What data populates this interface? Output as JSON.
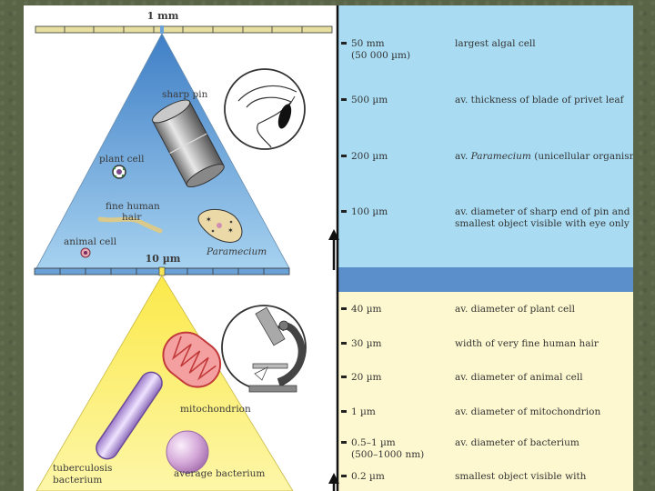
{
  "scale_top": {
    "label": "1 mm"
  },
  "scale_mid": {
    "label": "10 µm"
  },
  "upper_triangle_labels": {
    "sharp_pin": "sharp pin",
    "plant_cell": "plant cell",
    "fine_hair_1": "fine human",
    "fine_hair_2": "hair",
    "animal_cell": "animal cell",
    "paramecium": "Paramecium"
  },
  "lower_triangle_labels": {
    "mitochondrion": "mitochondrion",
    "tb_1": "tuberculosis",
    "tb_2": "bacterium",
    "average_bacterium": "average bacterium"
  },
  "upper_rows": [
    {
      "measure": "50 mm",
      "measure2": "(50 000 µm)",
      "desc": "largest algal cell"
    },
    {
      "measure": "500 µm",
      "desc": "av. thickness of blade of privet leaf"
    },
    {
      "measure": "200 µm",
      "desc_pre": "av. ",
      "desc_em": "Paramecium",
      "desc_post": " (unicellular organism)"
    },
    {
      "measure": "100 µm",
      "desc": "av. diameter of sharp end of pin and",
      "desc2": "smallest object visible with eye only"
    }
  ],
  "lower_rows": [
    {
      "measure": "40 µm",
      "desc": "av. diameter of plant cell"
    },
    {
      "measure": "30 µm",
      "desc": "width of very fine human hair"
    },
    {
      "measure": "20 µm",
      "desc": "av. diameter of animal cell"
    },
    {
      "measure": "1 µm",
      "desc": "av. diameter of mitochondrion"
    },
    {
      "measure": "0.5–1 µm",
      "measure2": "(500–1000 nm)",
      "desc": "av. diameter of bacterium"
    },
    {
      "measure": "0.2 µm",
      "desc": "smallest object visible with"
    }
  ],
  "icons": [
    "eye-icon",
    "microscope-icon",
    "up-arrow-icon"
  ],
  "colors": {
    "blue_panel": "#a9dcf3",
    "blue_band": "#5a8fcc",
    "yellow_panel": "#fdf8cf",
    "blue_triangle": "#6aa2d8",
    "yellow_triangle": "#f7e65a"
  }
}
